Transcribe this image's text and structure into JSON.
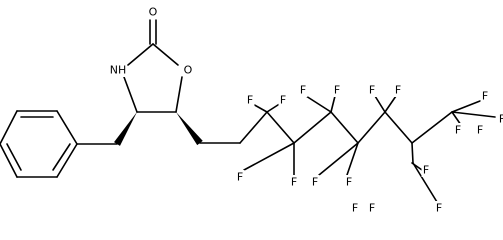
{
  "structure": {
    "atom_labels": {
      "carbonyl_oxygen": "O",
      "ring_nitrogen": "NH",
      "ring_oxygen": "O",
      "fluorine": "F"
    },
    "colors": {
      "bond": "#000000",
      "label": "#000000",
      "background": "#ffffff"
    }
  }
}
